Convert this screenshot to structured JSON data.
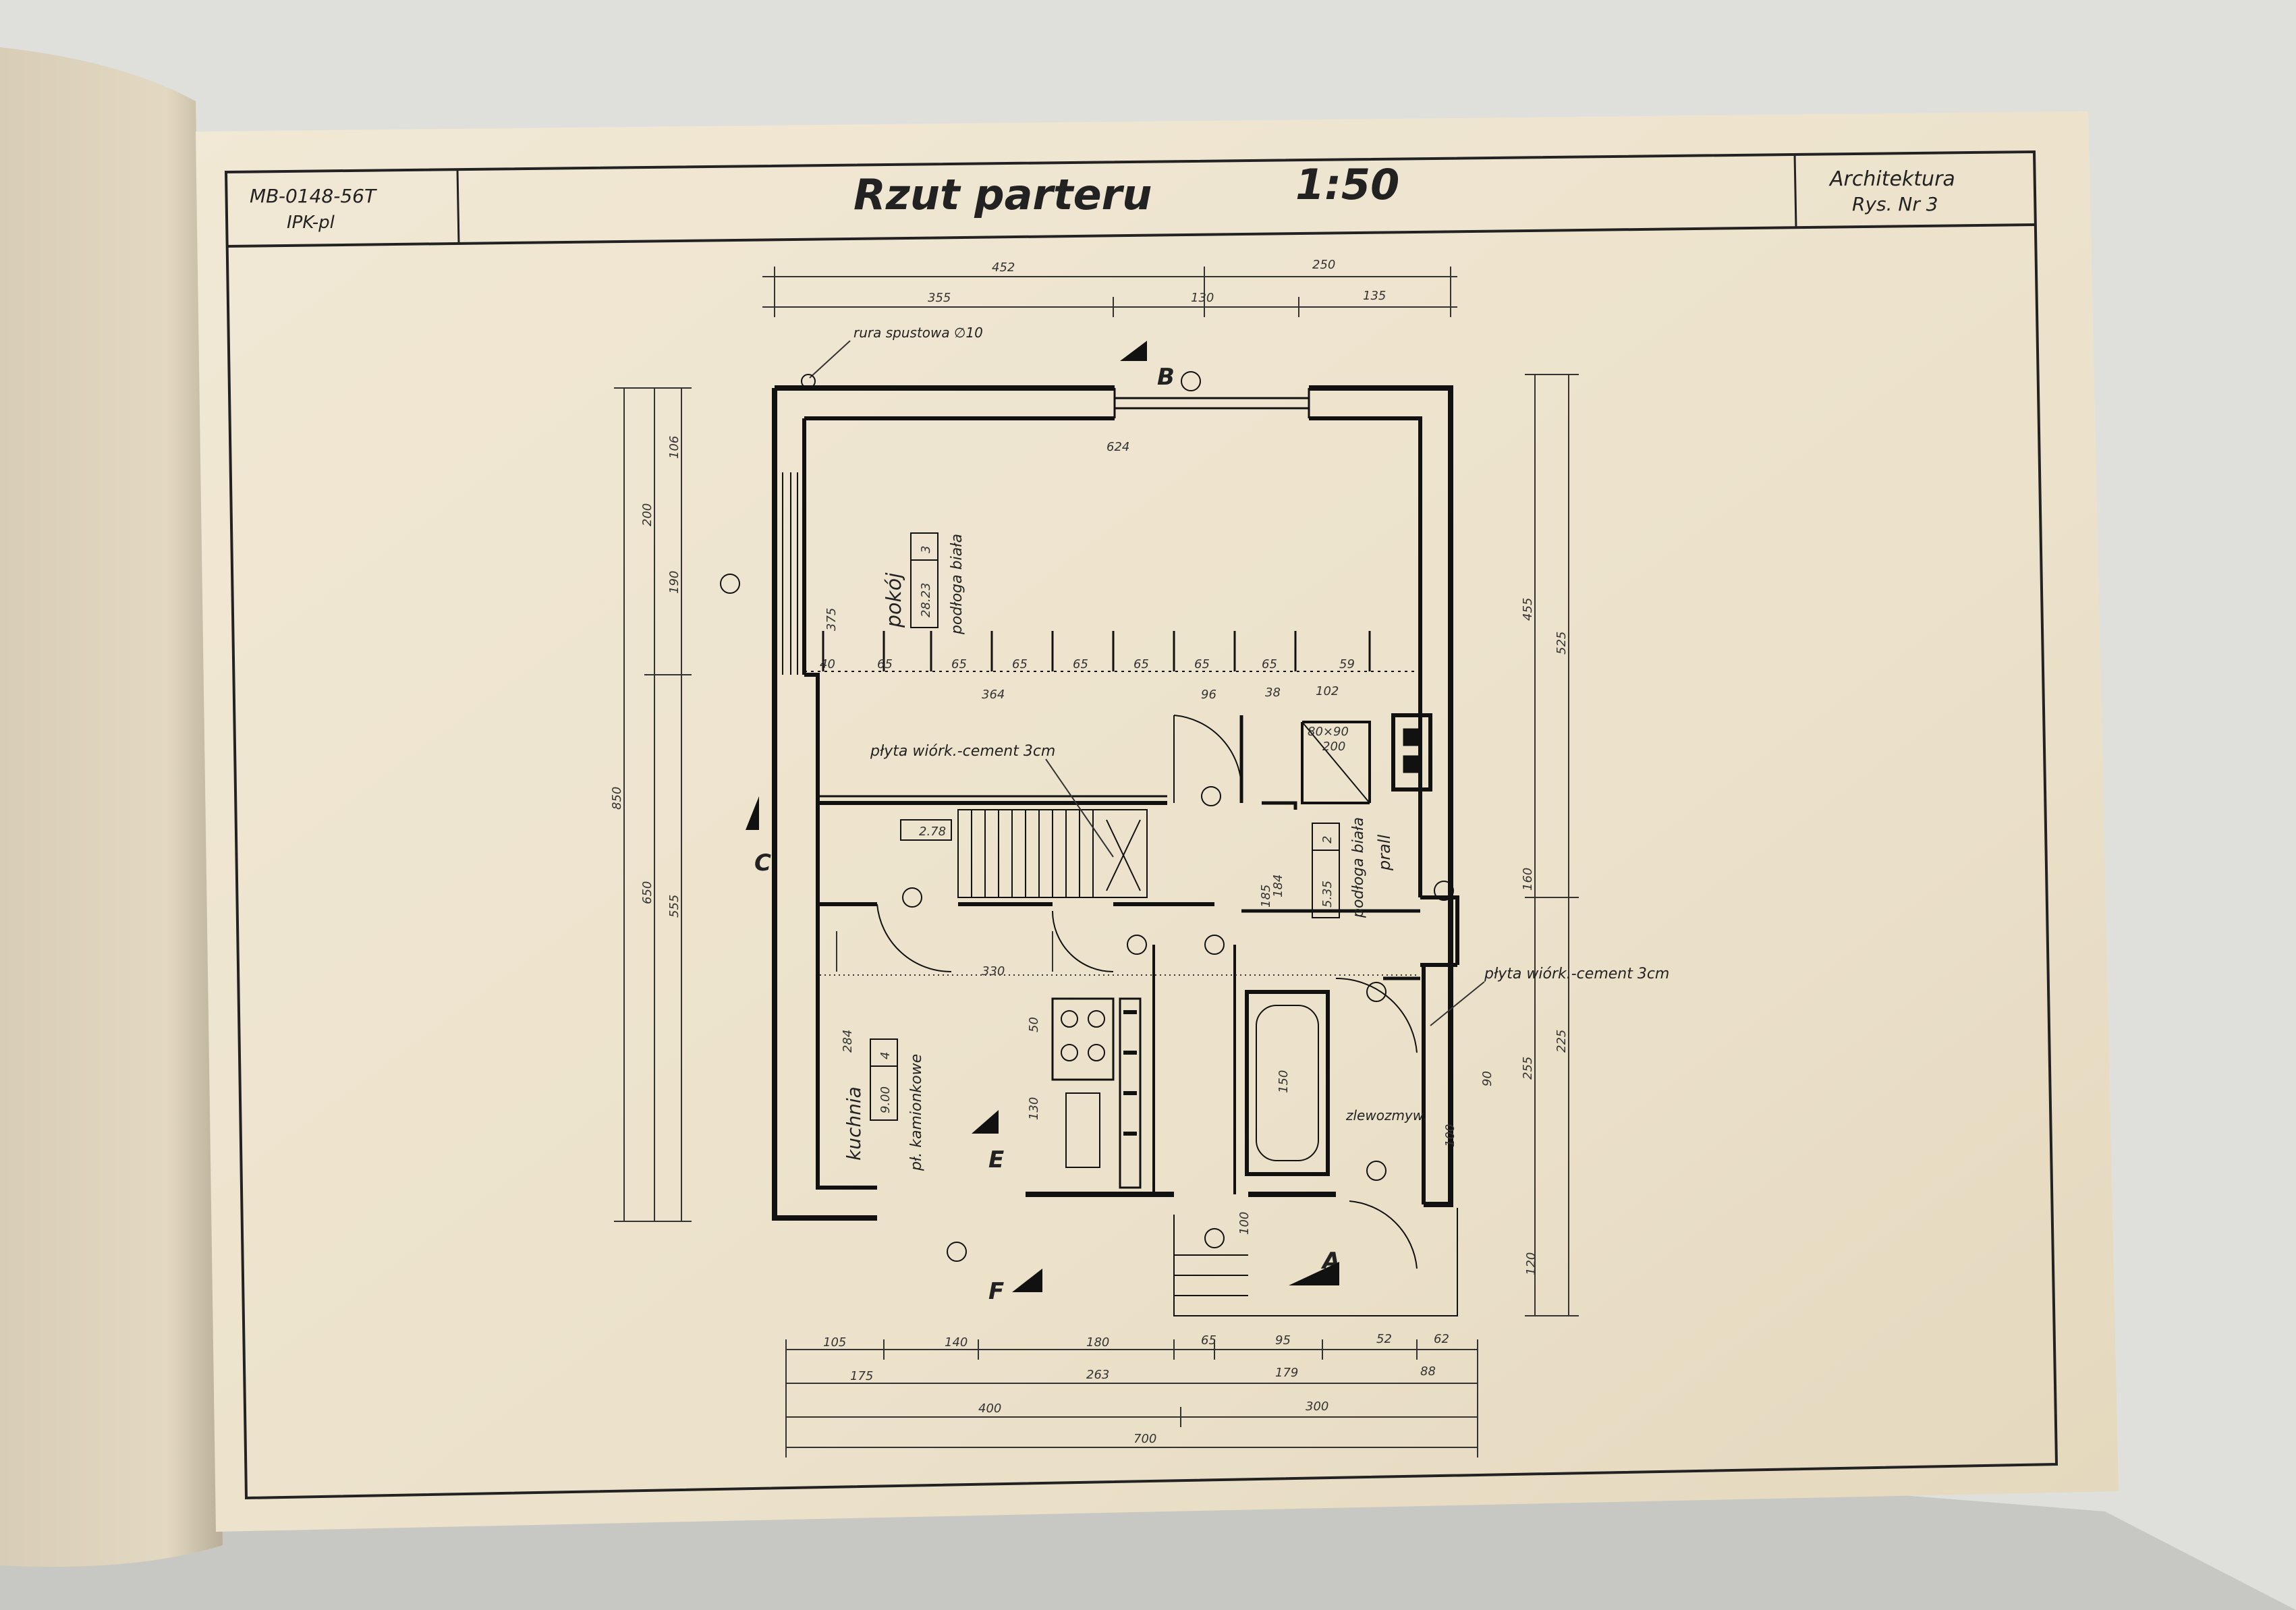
{
  "title_block": {
    "code_line1": "MB-0148-56T",
    "code_line2": "IPK-pl",
    "title": "Rzut parteru",
    "scale": "1:50",
    "discipline": "Architektura",
    "sheet": "Rys. Nr 3"
  },
  "rooms": {
    "pokoj": {
      "name": "pokój",
      "number": "3",
      "area": "28.23",
      "floor": "podłoga biała"
    },
    "kuchnia": {
      "name": "kuchnia",
      "number": "4",
      "area": "9.00",
      "floor": "pł. kamionkowe"
    },
    "bath": {
      "number": "2",
      "area": "5.35",
      "floor": "podłoga biała"
    },
    "hall_area": "2.78",
    "wc_size": "80×90",
    "wc_sub": "200"
  },
  "annotations": {
    "rura": "rura spustowa ∅10",
    "plyta1": "płyta wiórk.-cement 3cm",
    "plyta2": "płyta wiórk.-cement 3cm",
    "prall": "prall",
    "zlewozmywak": "zlewozmyw."
  },
  "dimensions": {
    "top_total": "452",
    "top_right": "250",
    "top_a": "355",
    "top_b": "130",
    "top_c": "135",
    "inner_width": "624",
    "inner_c": "364",
    "inner_d": "96",
    "inner_e": "38",
    "inner_f": "102",
    "joist": [
      "40",
      "65",
      "65",
      "65",
      "65",
      "65",
      "65",
      "65",
      "59"
    ],
    "left_outer": "850",
    "left_mid": "650",
    "left_inner": "555",
    "left_a": "200",
    "left_b": "190",
    "left_c": "106",
    "right_a": "455",
    "right_b": "525",
    "right_c": "160",
    "right_d": "255",
    "right_e": "225",
    "right_f": "120",
    "kitchen_w": "330",
    "bottom_row1": [
      "105",
      "140",
      "180",
      "65",
      "95",
      "52",
      "62"
    ],
    "bottom_row2": [
      "175",
      "263",
      "179",
      "88"
    ],
    "bottom_row3": [
      "400",
      "300"
    ],
    "bottom_total": "700",
    "misc": [
      "375",
      "284",
      "184",
      "150",
      "130",
      "50",
      "100",
      "90",
      "100",
      "185"
    ]
  },
  "sections": [
    "A",
    "B",
    "C",
    "E",
    "F"
  ],
  "colors": {
    "paper": "#efe6d2",
    "ink": "#111111",
    "shadow": "#c9bfa8",
    "background": "#dfe0dc"
  }
}
